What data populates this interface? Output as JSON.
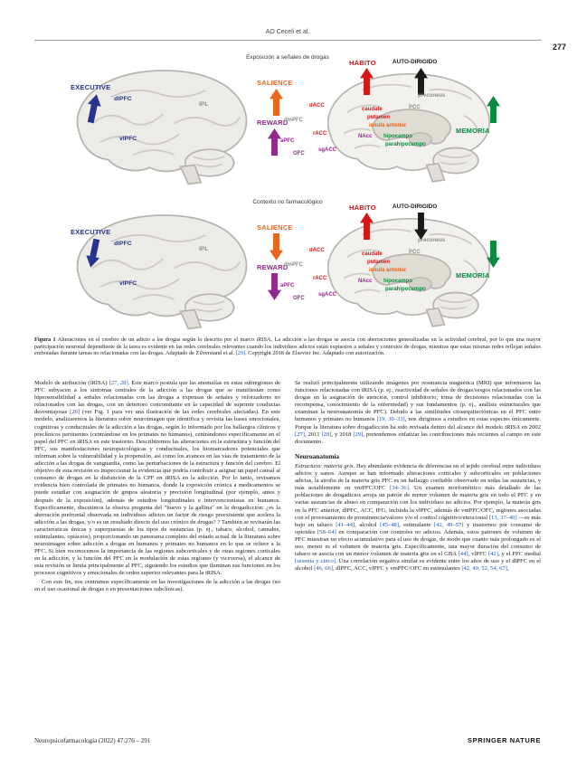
{
  "page": {
    "running_head": "AO Ceceli et al.",
    "number": "277"
  },
  "figure": {
    "colors": {
      "executive": "#27348b",
      "salience": "#e8651a",
      "reward": "#93288c",
      "habit": "#d11717",
      "self_directed": "#1a1a1a",
      "memory": "#0a8a3c",
      "neutral": "#8d8d8d"
    },
    "labels": {
      "executive": "EXECUTIVE",
      "salience": "SALIENCE",
      "reward": "REWARD",
      "habit": "HÁBITO",
      "self_directed": "AUTO-DIRIGIDO",
      "memory": "MEMORIA",
      "dlpfc": "dlPFC",
      "vlpfc": "vlPFC",
      "ipl": "IPL",
      "dmpfc": "dmPFC",
      "apfc": "aPFC",
      "racc": "rACC",
      "dacc": "dACC",
      "ofc": "OFC",
      "sgacc": "sgACC",
      "caudate": "caudate",
      "putamen": "putamen",
      "insula": "insula anterior",
      "nacc": "NAcc",
      "hippocampus": "hipocampo",
      "parahippocampus": "parahipocampo",
      "precuneus": "precuneus",
      "pcc": "PCC"
    },
    "panel_a": {
      "title": "Exposición a señales de drogas",
      "direction": {
        "executive": "up",
        "salience": "up",
        "reward": "up",
        "habit": "up",
        "self_directed": "up",
        "memory": "up"
      }
    },
    "panel_b": {
      "title": "Contexto no farmacológico",
      "direction": {
        "executive": "down",
        "salience": "down",
        "reward": "down",
        "habit": "up",
        "self_directed": "down",
        "memory": "down"
      }
    }
  },
  "caption": {
    "label": "Figura 1",
    "text": "Alteraciones en el cerebro de un adicto a las drogas según lo descrito por el marco iRISA. La adicción a las drogas se asocia con aberraciones generalizadas en la actividad cerebral, por lo que una mayor participación neuronal dependiente de la tarea es evidente en las redes cerebrales relevantes cuando los individuos adictos están expuestos a señales y contextos de drogas, mientras que estas mismas redes reflejan señales embotadas durante tareas no relacionadas con las drogas. Adaptado de Zilverstand et al. [29]. Copyright 2018 de Elsevier Inc. Adaptado con autorización."
  },
  "columns": {
    "left": {
      "p1": "Modelo de atribución (iRISA) [27, 28]. Este marco postula que las anomalías en estas subregiones de PFC subyacen a los síntomas centrales de la adicción a las drogas que se manifiestan como hipersensibilidad a señales relacionadas con las drogas a expensas de señales y reforzadores no relacionados con las drogas, con un deterioro concomitante en la capacidad de suprimir conductas desventajosas [29] (ver Fig. 1 para ver una ilustración de las redes cerebrales afectadas). En este modelo, analizaremos la literatura sobre neuroimagen que identifica y revisita las bases emocionales, cognitivas y conductuales de la adicción a las drogas, según lo informado por los hallazgos clínicos y preclínicos pertinentes (centrándose en los primates no humanos), centrándonos específicamente en el papel del PFC en iRISA en este trastorno. Describiremos las alteraciones en la estructura y función del PFC, sus manifestaciones neuropsicológicas y conductuales, los biomarcadores potenciales que informan sobre la vulnerabilidad y la propensión, así como los avances en las vías de tratamiento de la adicción a las drogas de vanguardia, como las perturbaciones de la estructura y función del cerebro. El objetivo de esta revisión es inspeccionar la evidencia que podría contribuir a asignar un papel causal al consumo de drogas en la disfunción de la CPF en iRISA en la adicción. Por lo tanto, revisamos evidencia bien controlada de primates no humanos, donde la exposición crónica a medicamentos se puede estudiar con asignación de grupos aleatoria y precisión longitudinal (por ejemplo, antes y después de la exposición), además de estudios longitudinales e intervencionistas en humanos. Específicamente, discutimos la elusiva pregunta del \"huevo y la gallina\" en la drogadicción: ¿es la aberración prefrontal observada en individuos adictos un factor de riesgo preexistente que acelera la adicción a las drogas, y/o es un resultado directo del uso crónico de drogas? ? También se revisarán las características únicas y superpuestas de los tipos de sustancias (p. ej., tabaco, alcohol, cannabis, estimulantes, opiáceos), proporcionando un panorama completo del estado actual de la literatura sobre neuroimagen sobre adicción a drogas en humanos y primates no humanos en lo que se refiere a la PFC. Si bien reconocemos la importancia de las regiones subcorticales y de otras regiones corticales en la adicción, y la función del PFC en la modulación de estas regiones (y viceversa), el alcance de esta revisión se limita principalmente al PFC, siguiendo los estudios que iluminan sus funciones en los procesos cognitivos y emocionales de orden superior relevantes para la iRISA.",
      "p2": "Con este fin, nos centramos específicamente en las investigaciones de la adicción a las drogas (no en el uso ocasional de drogas o en presentaciones subclínicas)."
    },
    "right": {
      "p1": "Se realizó principalmente utilizando imágenes por resonancia magnética (MRI) que informaron las funciones relacionadas con iRISA (p. ej., reactividad de señales de drogas/sesgos relacionados con las drogas en la asignación de atención, control inhibitorio, toma de decisiones relacionadas con la recompensa, conocimiento de la enfermedad) y sus fundamentos (p. ej., análisis estructurales que examinan la neuroanatomía de PFC). Debido a las similitudes citoarquitectónicas en el PFC entre humanos y primates no humanos [19, 30–33], nos dirigimos a estudios en estas especies únicamente. Porque la literatura sobre drogadicción ha sido revisada dentro del alcance del modelo iRISA en 2002 [27], 2011 [28], y 2018 [29], pretendemos enfatizar las contribuciones más recientes al campo en este documento.",
      "heading": "Neuroanatomía",
      "p2_lead": "Estructura: materia gris.",
      "p2_text": "Hay abundante evidencia de diferencias en el tejido cerebral entre individuos adictos y sanos. Aunque se han informado alteraciones corticales y subcorticales en poblaciones adictas, la atrofia de la materia gris PFC es un hallazgo confiable observado en todas las sustancias, y más notablemente en vmPFC/OFC [34–36]. Un examen morfométrico más detallado de las poblaciones de drogadictos arroja un patrón de menor volumen de materia gris en todo el PFC y en varias sustancias de abuso en comparación con los individuos no adictos. Por ejemplo, la materia gris en la PFC anterior, dlPFC, ACC, IFG, incluida la vlPFC, además de vmPFC/OFC, regiones asociadas con el procesamiento de prominencia/valores y/o el control cognitivo/emocional [13, 37–40] —es más bajo en tabaco [41–44], alcohol [45–48], estimulante [42, 49–57] y trastornos por consumo de opioides [58–64] en comparación con controles no adictos. Además, estos patrones de volumen de PFC muestran un efecto acumulativo para el uso de drogas, de modo que cuanto más prolongado es el uso, menor es el volumen de materia gris. Específicamente, una mayor duración del consumo de tabaco se asocia con un menor volumen de materia gris en el GBA [44], vlPFC [42], y el PFC medial [sesenta y cinco]. Una correlación negativa similar es evidente entre los años de uso y el dlPFC en el alcohol [46, 66], dlPFC, ACC, vlPFC y vmPFC/OFC en estimulantes [42, 49, 52, 54, 67],"
    }
  },
  "footer": {
    "journal": "Neuropsicofarmacología (2022) 47:276 – 291",
    "publisher": "SPRINGER NATURE"
  }
}
